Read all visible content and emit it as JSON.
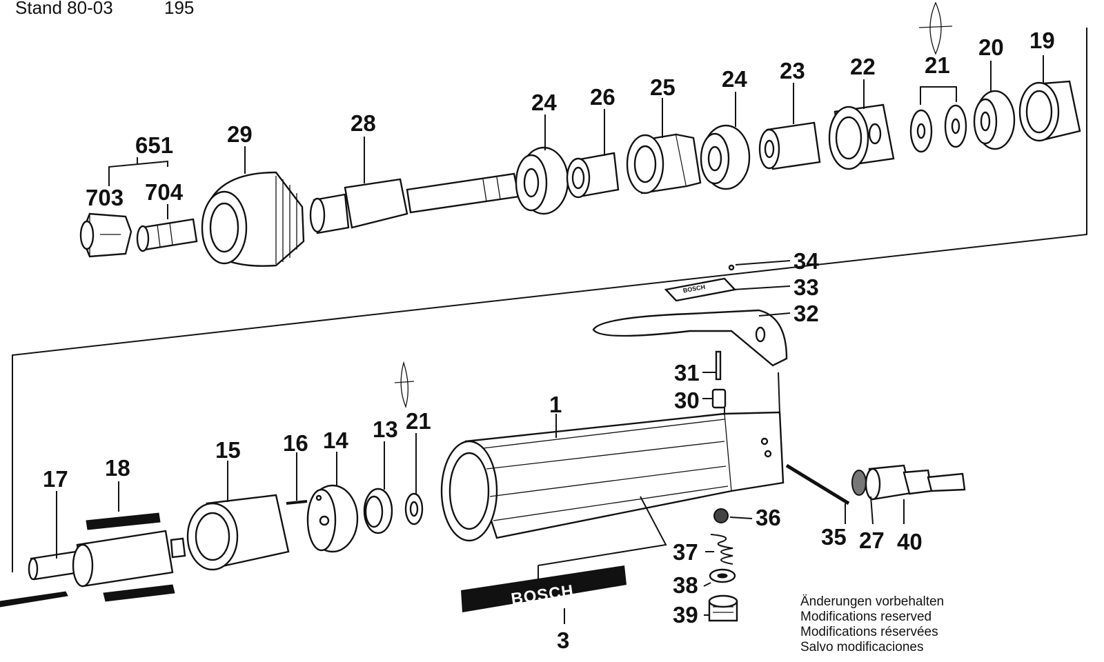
{
  "header": {
    "stand": "Stand 80-03",
    "page_number": "195"
  },
  "notes": [
    "Änderungen vorbehalten",
    "Modifications reserved",
    "Modifications réservées",
    "Salvo modificaciones"
  ],
  "brand": {
    "plate_text": "BOSCH",
    "nameplate_text": "BOSCH"
  },
  "callouts": {
    "c1": "1",
    "c3": "3",
    "c13": "13",
    "c14": "14",
    "c15": "15",
    "c16": "16",
    "c17": "17",
    "c18": "18",
    "c19": "19",
    "c20": "20",
    "c21a": "21",
    "c21b": "21",
    "c22": "22",
    "c23": "23",
    "c24a": "24",
    "c24b": "24",
    "c25": "25",
    "c26": "26",
    "c27": "27",
    "c28": "28",
    "c29": "29",
    "c30": "30",
    "c31": "31",
    "c32": "32",
    "c33": "33",
    "c34": "34",
    "c35": "35",
    "c36": "36",
    "c37": "37",
    "c38": "38",
    "c39": "39",
    "c40": "40",
    "c651": "651",
    "c703": "703",
    "c704": "704"
  }
}
